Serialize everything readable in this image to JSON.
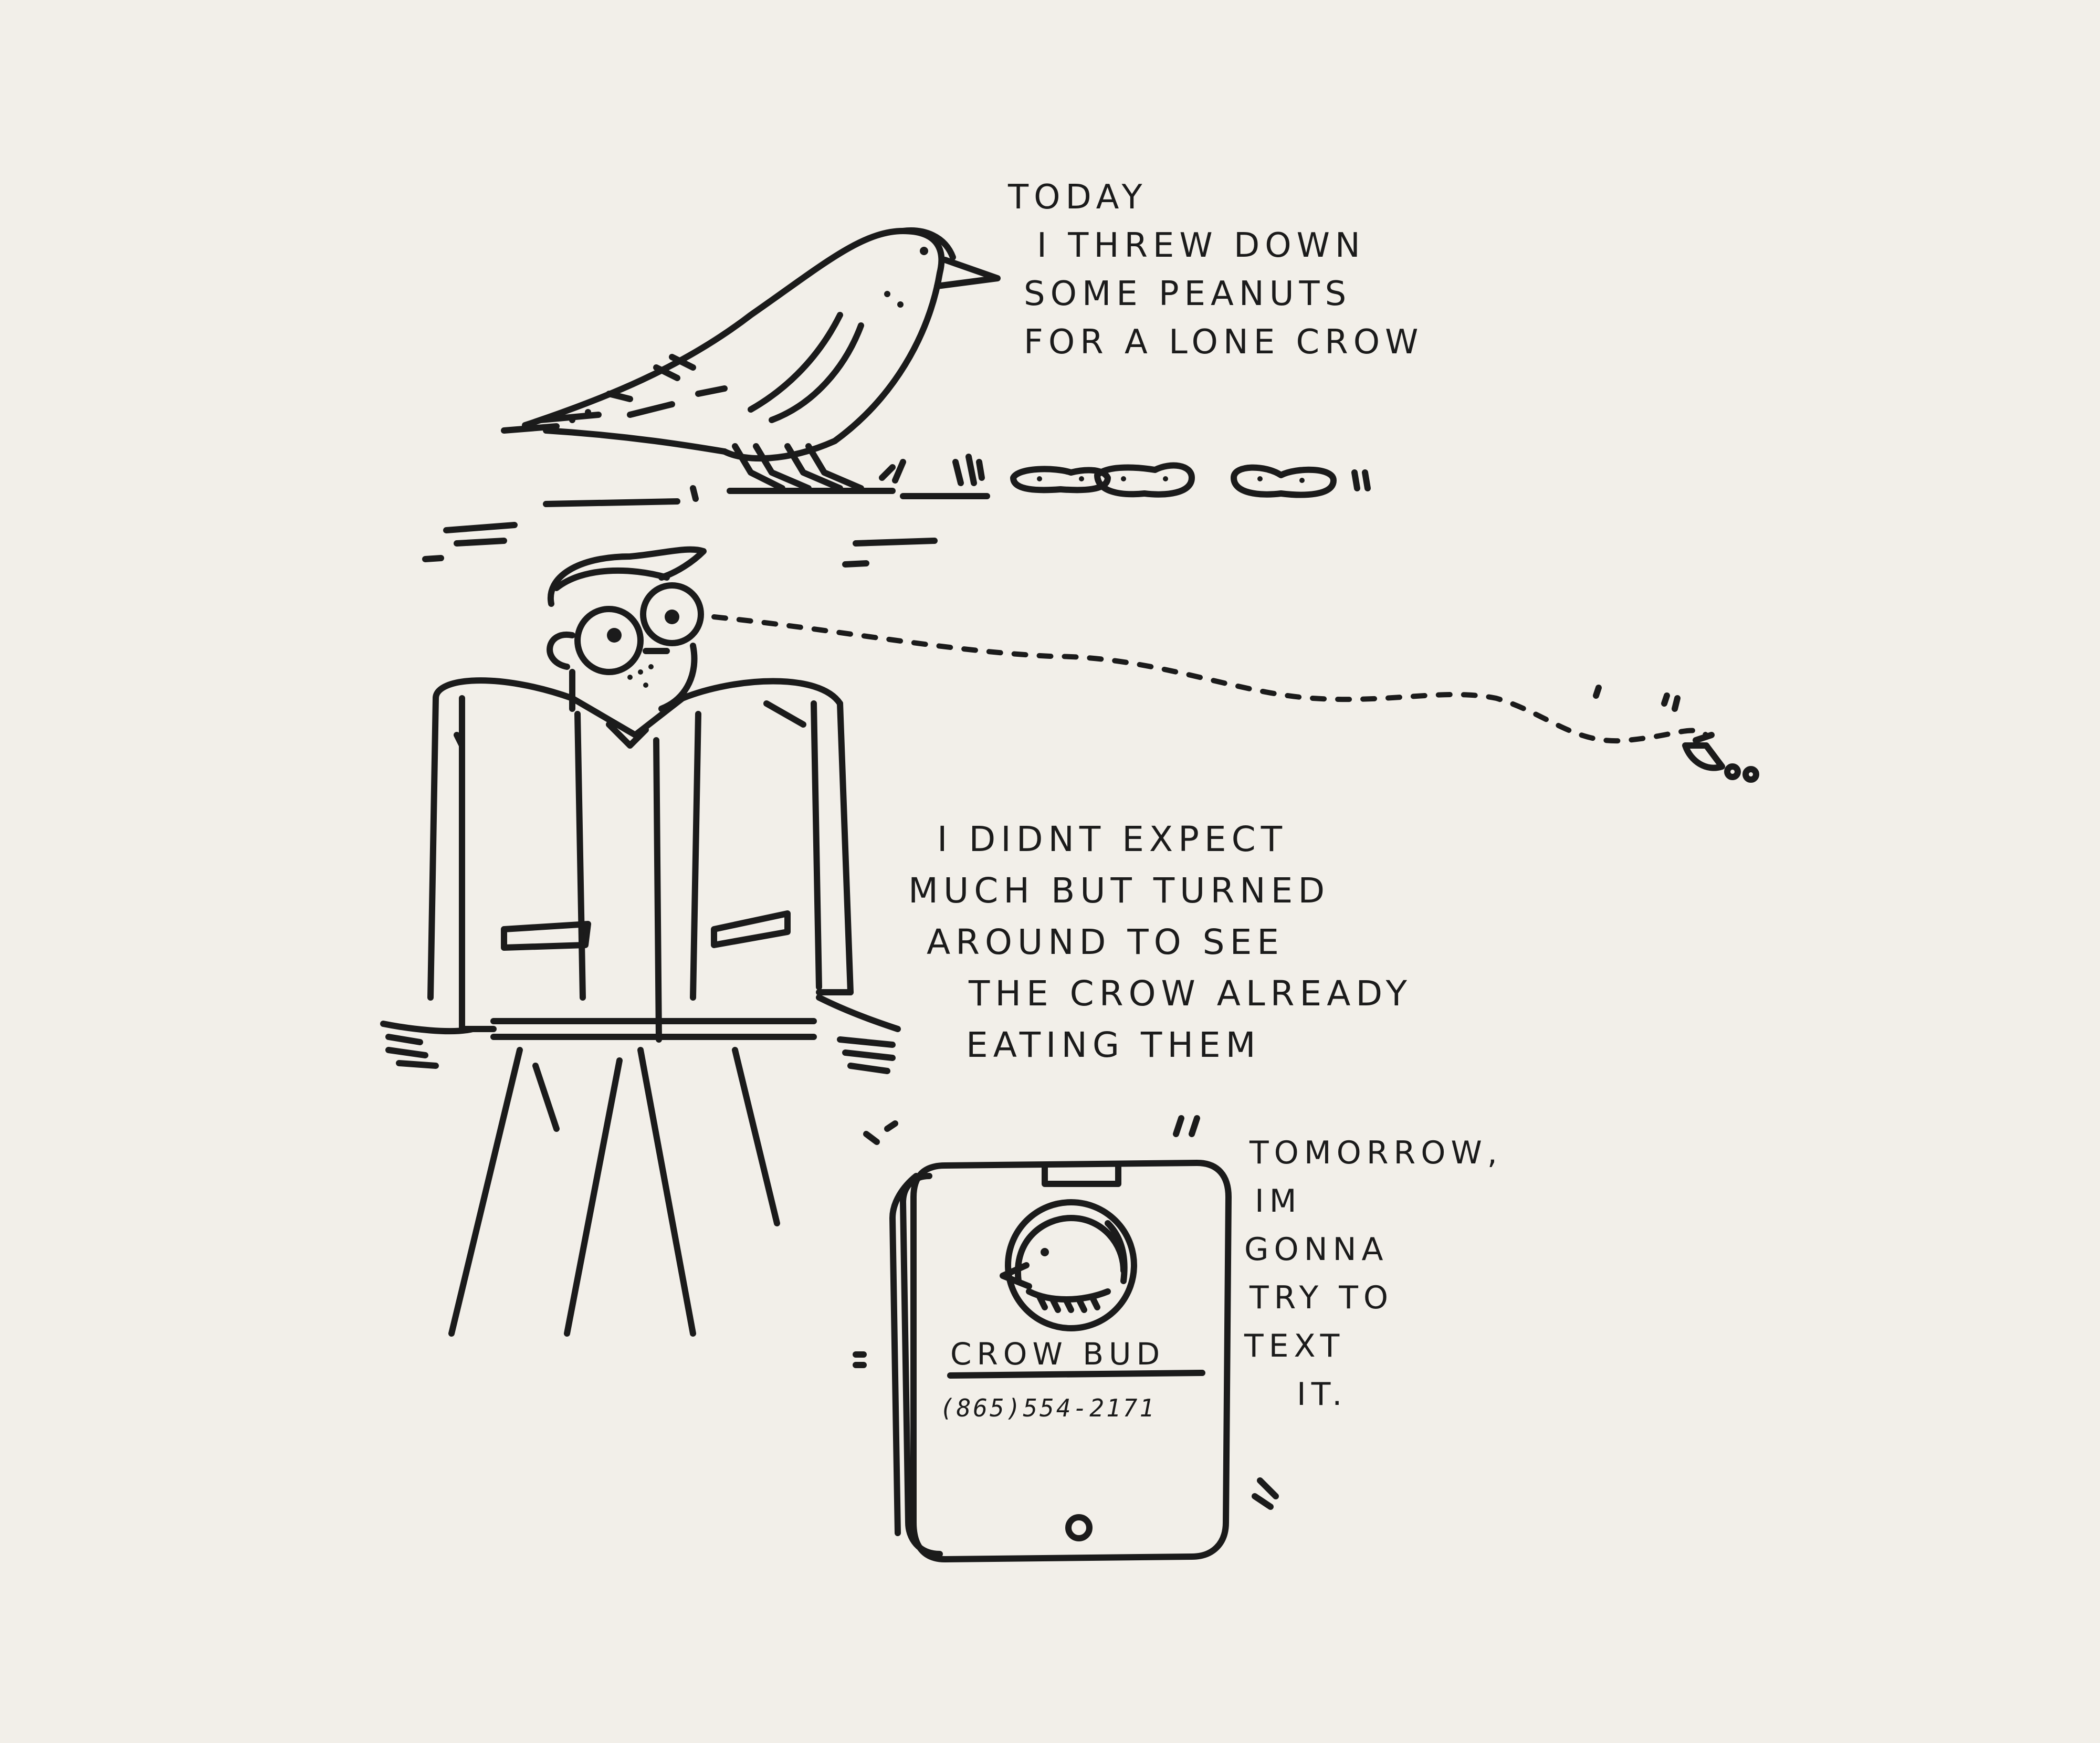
{
  "captions": {
    "top": [
      "TODAY",
      "I THREW DOWN",
      "SOME PEANUTS",
      "FOR A LONE CROW"
    ],
    "middle": [
      "I DIDNT EXPECT",
      "MUCH BUT TURNED",
      "AROUND TO SEE",
      "THE CROW ALREADY",
      "EATING THEM"
    ],
    "bottom": [
      "TOMORROW,",
      "IM",
      "GONNA",
      "TRY TO",
      "TEXT",
      "IT."
    ]
  },
  "phone": {
    "contact_name": "CROW BUD",
    "contact_number": "(865)554-2171",
    "avatar_icon": "crow-avatar-icon"
  },
  "colors": {
    "paper": "#f2efe9",
    "ink": "#1b1b1b"
  }
}
